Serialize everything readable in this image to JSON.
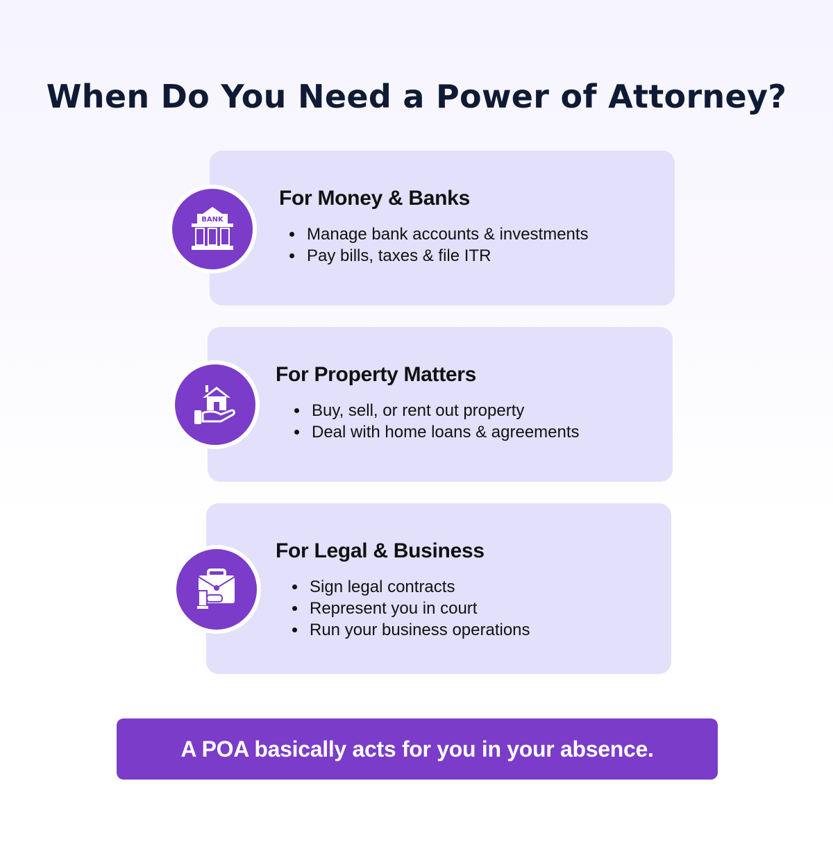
{
  "title": "When Do You Need a Power of Attorney?",
  "cards": [
    {
      "heading": "For Money & Banks",
      "icon": "bank-icon",
      "icon_text": "BANK",
      "items": [
        "Manage bank accounts & investments",
        "Pay bills, taxes & file ITR"
      ]
    },
    {
      "heading": "For Property Matters",
      "icon": "house-in-hand-icon",
      "items": [
        "Buy, sell, or rent out property",
        "Deal with home loans & agreements"
      ]
    },
    {
      "heading": "For Legal & Business",
      "icon": "briefcase-gavel-icon",
      "items": [
        "Sign legal contracts",
        "Represent you in court",
        "Run your business operations"
      ]
    }
  ],
  "banner": "A POA basically acts for you in your absence.",
  "colors": {
    "accent": "#7a3cc9",
    "card": "#e2e0fa",
    "title": "#0f1b35"
  }
}
